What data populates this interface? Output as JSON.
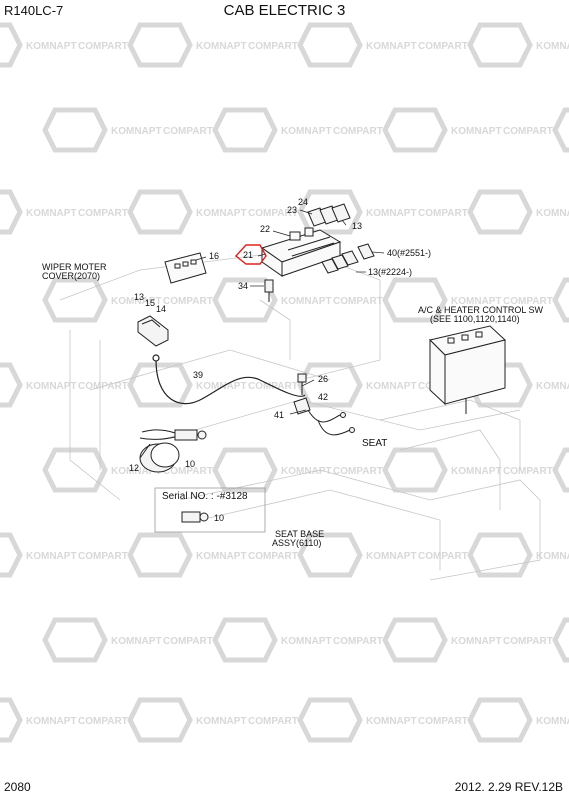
{
  "header": {
    "model": "R140LC-7",
    "title": "CAB ELECTRIC 3"
  },
  "footer": {
    "page": "2080",
    "revision": "2012. 2.29  REV.12B"
  },
  "watermark": {
    "texts": [
      "KOMNAPT",
      "COMPART"
    ],
    "color": "#d8d8d8"
  },
  "callouts": [
    "16",
    "21",
    "22",
    "23",
    "24",
    "13",
    "40(#2551-)",
    "13(#2224-)",
    "34",
    "13",
    "15",
    "14",
    "39",
    "26",
    "42",
    "41",
    "12",
    "10",
    "10"
  ],
  "labels": {
    "wiper_cover_line1": "WIPER MOTER",
    "wiper_cover_line2": "COVER(2070)",
    "ac_line1": "A/C & HEATER CONTROL SW",
    "ac_line2": "(SEE 1100,1120,1140)",
    "seat": "SEAT",
    "serial": "Serial NO. : -#3128",
    "seat_base_line1": "SEAT BASE",
    "seat_base_line2": "ASSY(6110)"
  },
  "colors": {
    "line": "#222222",
    "faint": "#bdbdbd",
    "highlight": "#e0201b"
  }
}
